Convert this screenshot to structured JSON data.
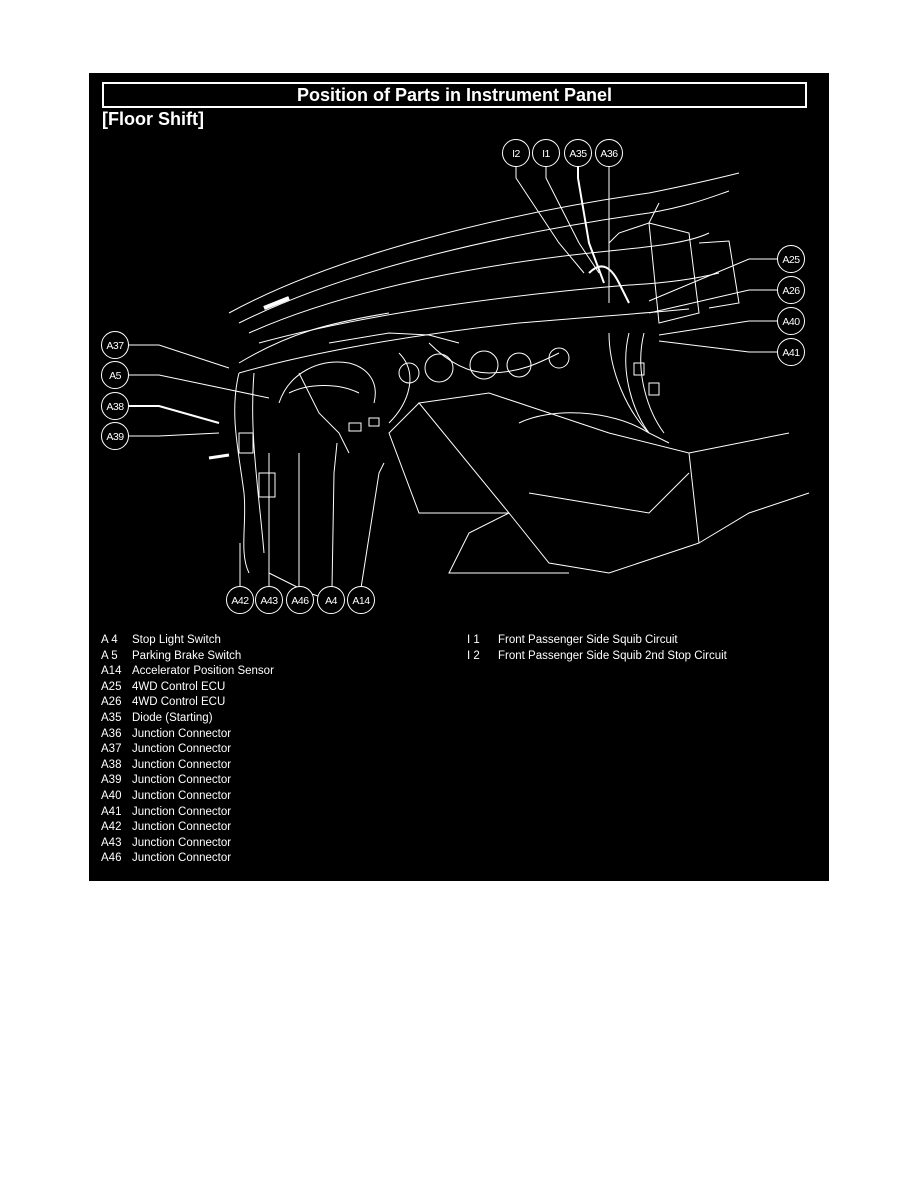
{
  "page": {
    "title": "Position of Parts in Instrument Panel",
    "subtitle": "[Floor Shift]",
    "colors": {
      "panel_background": "#000000",
      "line_art": "#ffffff",
      "page_background": "#ffffff"
    }
  },
  "callouts": {
    "top": [
      "I2",
      "I1",
      "A35",
      "A36"
    ],
    "left": [
      "A37",
      "A5",
      "A38",
      "A39"
    ],
    "right": [
      "A25",
      "A26",
      "A40",
      "A41"
    ],
    "bottom": [
      "A42",
      "A43",
      "A46",
      "A4",
      "A14"
    ]
  },
  "legend": {
    "left": [
      {
        "code": "A  4",
        "name": "Stop Light Switch"
      },
      {
        "code": "A  5",
        "name": "Parking Brake Switch"
      },
      {
        "code": "A14",
        "name": "Accelerator Position Sensor"
      },
      {
        "code": "A25",
        "name": "4WD Control ECU"
      },
      {
        "code": "A26",
        "name": "4WD Control ECU"
      },
      {
        "code": "A35",
        "name": "Diode (Starting)"
      },
      {
        "code": "A36",
        "name": "Junction Connector"
      },
      {
        "code": "A37",
        "name": "Junction Connector"
      },
      {
        "code": "A38",
        "name": "Junction Connector"
      },
      {
        "code": "A39",
        "name": "Junction Connector"
      },
      {
        "code": "A40",
        "name": "Junction Connector"
      },
      {
        "code": "A41",
        "name": "Junction Connector"
      },
      {
        "code": "A42",
        "name": "Junction Connector"
      },
      {
        "code": "A43",
        "name": "Junction Connector"
      },
      {
        "code": "A46",
        "name": "Junction Connector"
      }
    ],
    "right": [
      {
        "code": "I   1",
        "name": "Front Passenger Side Squib Circuit"
      },
      {
        "code": "I   2",
        "name": "Front Passenger Side Squib 2nd Stop Circuit"
      }
    ]
  }
}
